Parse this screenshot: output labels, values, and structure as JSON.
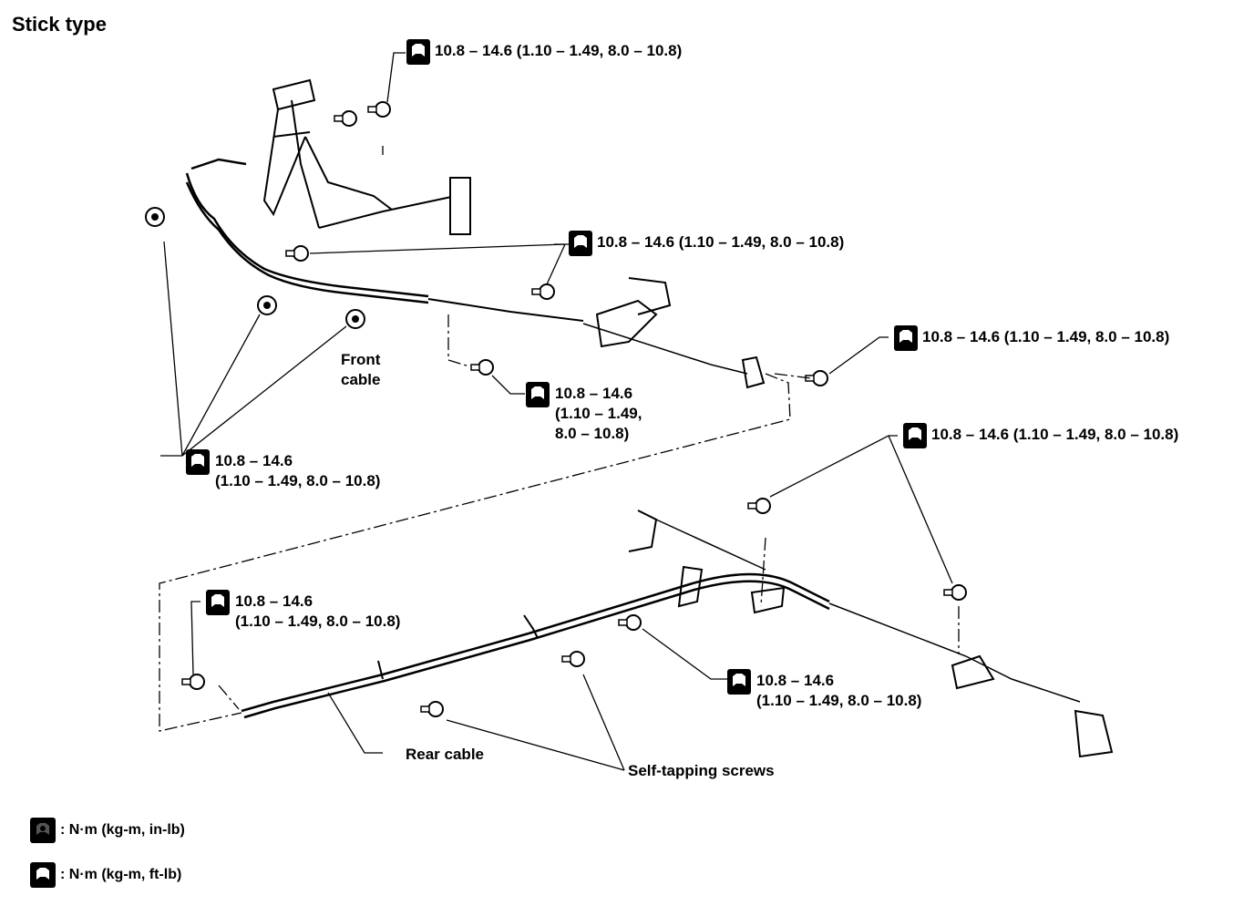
{
  "title": "Stick type",
  "torque_labels": {
    "t1": {
      "line1": "10.8 – 14.6 (1.10 – 1.49, 8.0 – 10.8)"
    },
    "t2": {
      "line1": "10.8 – 14.6 (1.10 – 1.49, 8.0 – 10.8)"
    },
    "t3": {
      "line1": "10.8 – 14.6 (1.10 – 1.49, 8.0 – 10.8)"
    },
    "t4": {
      "line1": "10.8 – 14.6",
      "line2": "(1.10 – 1.49,",
      "line3": "8.0 – 10.8)"
    },
    "t5": {
      "line1": "10.8 – 14.6",
      "line2": "(1.10 – 1.49, 8.0 – 10.8)"
    },
    "t6": {
      "line1": "10.8 – 14.6 (1.10 – 1.49, 8.0 – 10.8)"
    },
    "t7": {
      "line1": "10.8 – 14.6",
      "line2": "(1.10 – 1.49, 8.0 – 10.8)"
    },
    "t8": {
      "line1": "10.8 – 14.6",
      "line2": "(1.10 – 1.49, 8.0 – 10.8)"
    }
  },
  "part_labels": {
    "front_cable_line1": "Front",
    "front_cable_line2": "cable",
    "rear_cable": "Rear cable",
    "self_tapping": "Self-tapping screws"
  },
  "legend": [
    {
      "icon": "torque-filled-icon",
      "text": ": N·m (kg-m, in-lb)"
    },
    {
      "icon": "torque-outline-icon",
      "text": ": N·m (kg-m, ft-lb)"
    }
  ]
}
